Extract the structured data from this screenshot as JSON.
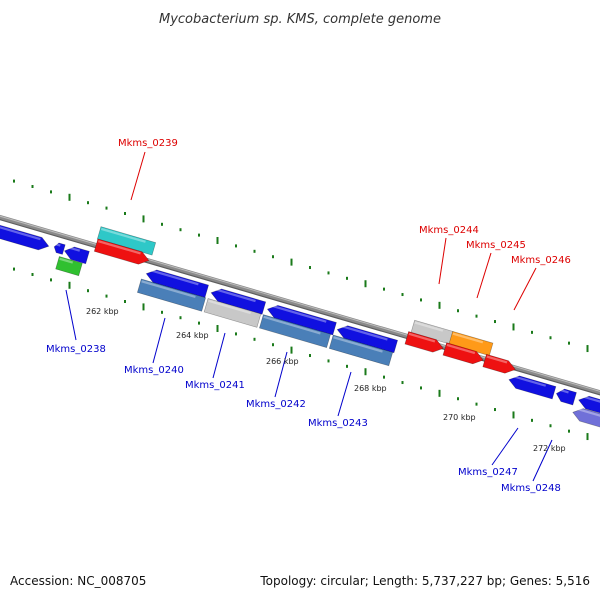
{
  "title": "Mycobacterium sp. KMS, complete genome",
  "footer": {
    "accession": "Accession: NC_008705",
    "summary": "Topology: circular; Length: 5,737,227 bp; Genes: 5,516"
  },
  "colors": {
    "blue": "#1010e0",
    "steelblue": "#4a7fb8",
    "gray": "#c8c8c8",
    "red": "#ee1111",
    "cyan": "#2ec8c8",
    "green": "#30c030",
    "orange": "#ff9a18",
    "purple": "#7070d8",
    "backbone": "#8a8a8a",
    "label_forward": "#dd0000",
    "label_reverse": "#0000cc",
    "tick": "#1a7a1a"
  },
  "genome_position_labels": [
    "262 kbp",
    "264 kbp",
    "266 kbp",
    "268 kbp",
    "270 kbp",
    "272 kbp"
  ],
  "genes": [
    {
      "locus": "Mkms_0238",
      "strand": "reverse",
      "color": "green"
    },
    {
      "locus": "Mkms_0239",
      "strand": "forward",
      "color": "cyan"
    },
    {
      "locus": "Mkms_0240",
      "strand": "reverse",
      "color": "steelblue"
    },
    {
      "locus": "Mkms_0241",
      "strand": "reverse",
      "color": "gray"
    },
    {
      "locus": "Mkms_0242",
      "strand": "reverse",
      "color": "steelblue"
    },
    {
      "locus": "Mkms_0243",
      "strand": "reverse",
      "color": "steelblue"
    },
    {
      "locus": "Mkms_0244",
      "strand": "forward",
      "color": "gray"
    },
    {
      "locus": "Mkms_0245",
      "strand": "forward",
      "color": "orange"
    },
    {
      "locus": "Mkms_0246",
      "strand": "forward",
      "color": "red"
    },
    {
      "locus": "Mkms_0247",
      "strand": "reverse",
      "color": "blue"
    },
    {
      "locus": "Mkms_0248",
      "strand": "reverse",
      "color": "purple"
    }
  ]
}
